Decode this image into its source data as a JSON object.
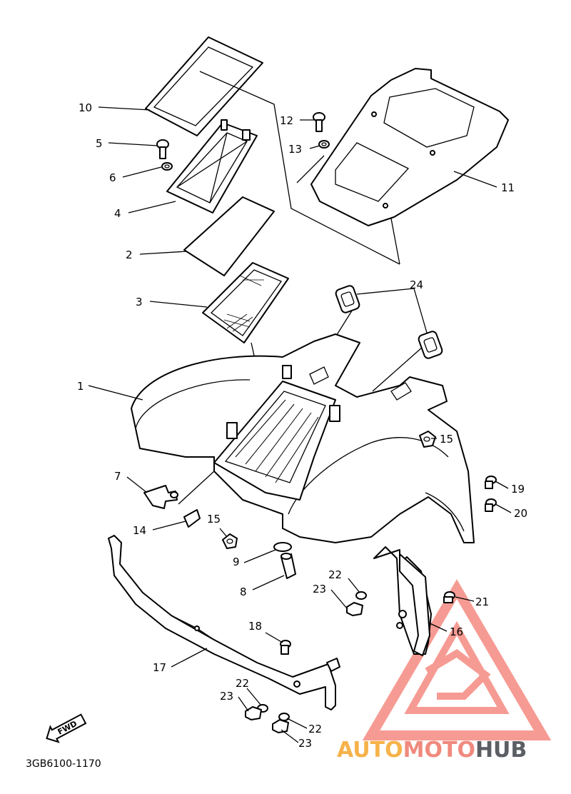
{
  "diagram_code": "3GB6100-1170",
  "fwd_label": "FWD",
  "watermark": {
    "auto": "AUTO",
    "moto": "MOTO",
    "hub": "HUB",
    "color_auto": "#f6b24a",
    "color_moto": "#f08a7e",
    "color_hub": "#5b5f63",
    "triangle_color": "#f37a6f"
  },
  "callouts": {
    "c1": "1",
    "c2": "2",
    "c3": "3",
    "c4": "4",
    "c5": "5",
    "c6": "6",
    "c7": "7",
    "c8": "8",
    "c9": "9",
    "c10": "10",
    "c11": "11",
    "c12": "12",
    "c13": "13",
    "c14": "14",
    "c15a": "15",
    "c15b": "15",
    "c16": "16",
    "c17": "17",
    "c18": "18",
    "c19": "19",
    "c20": "20",
    "c21": "21",
    "c22a": "22",
    "c22b": "22",
    "c22c": "22",
    "c23a": "23",
    "c23b": "23",
    "c23c": "23",
    "c24": "24"
  }
}
